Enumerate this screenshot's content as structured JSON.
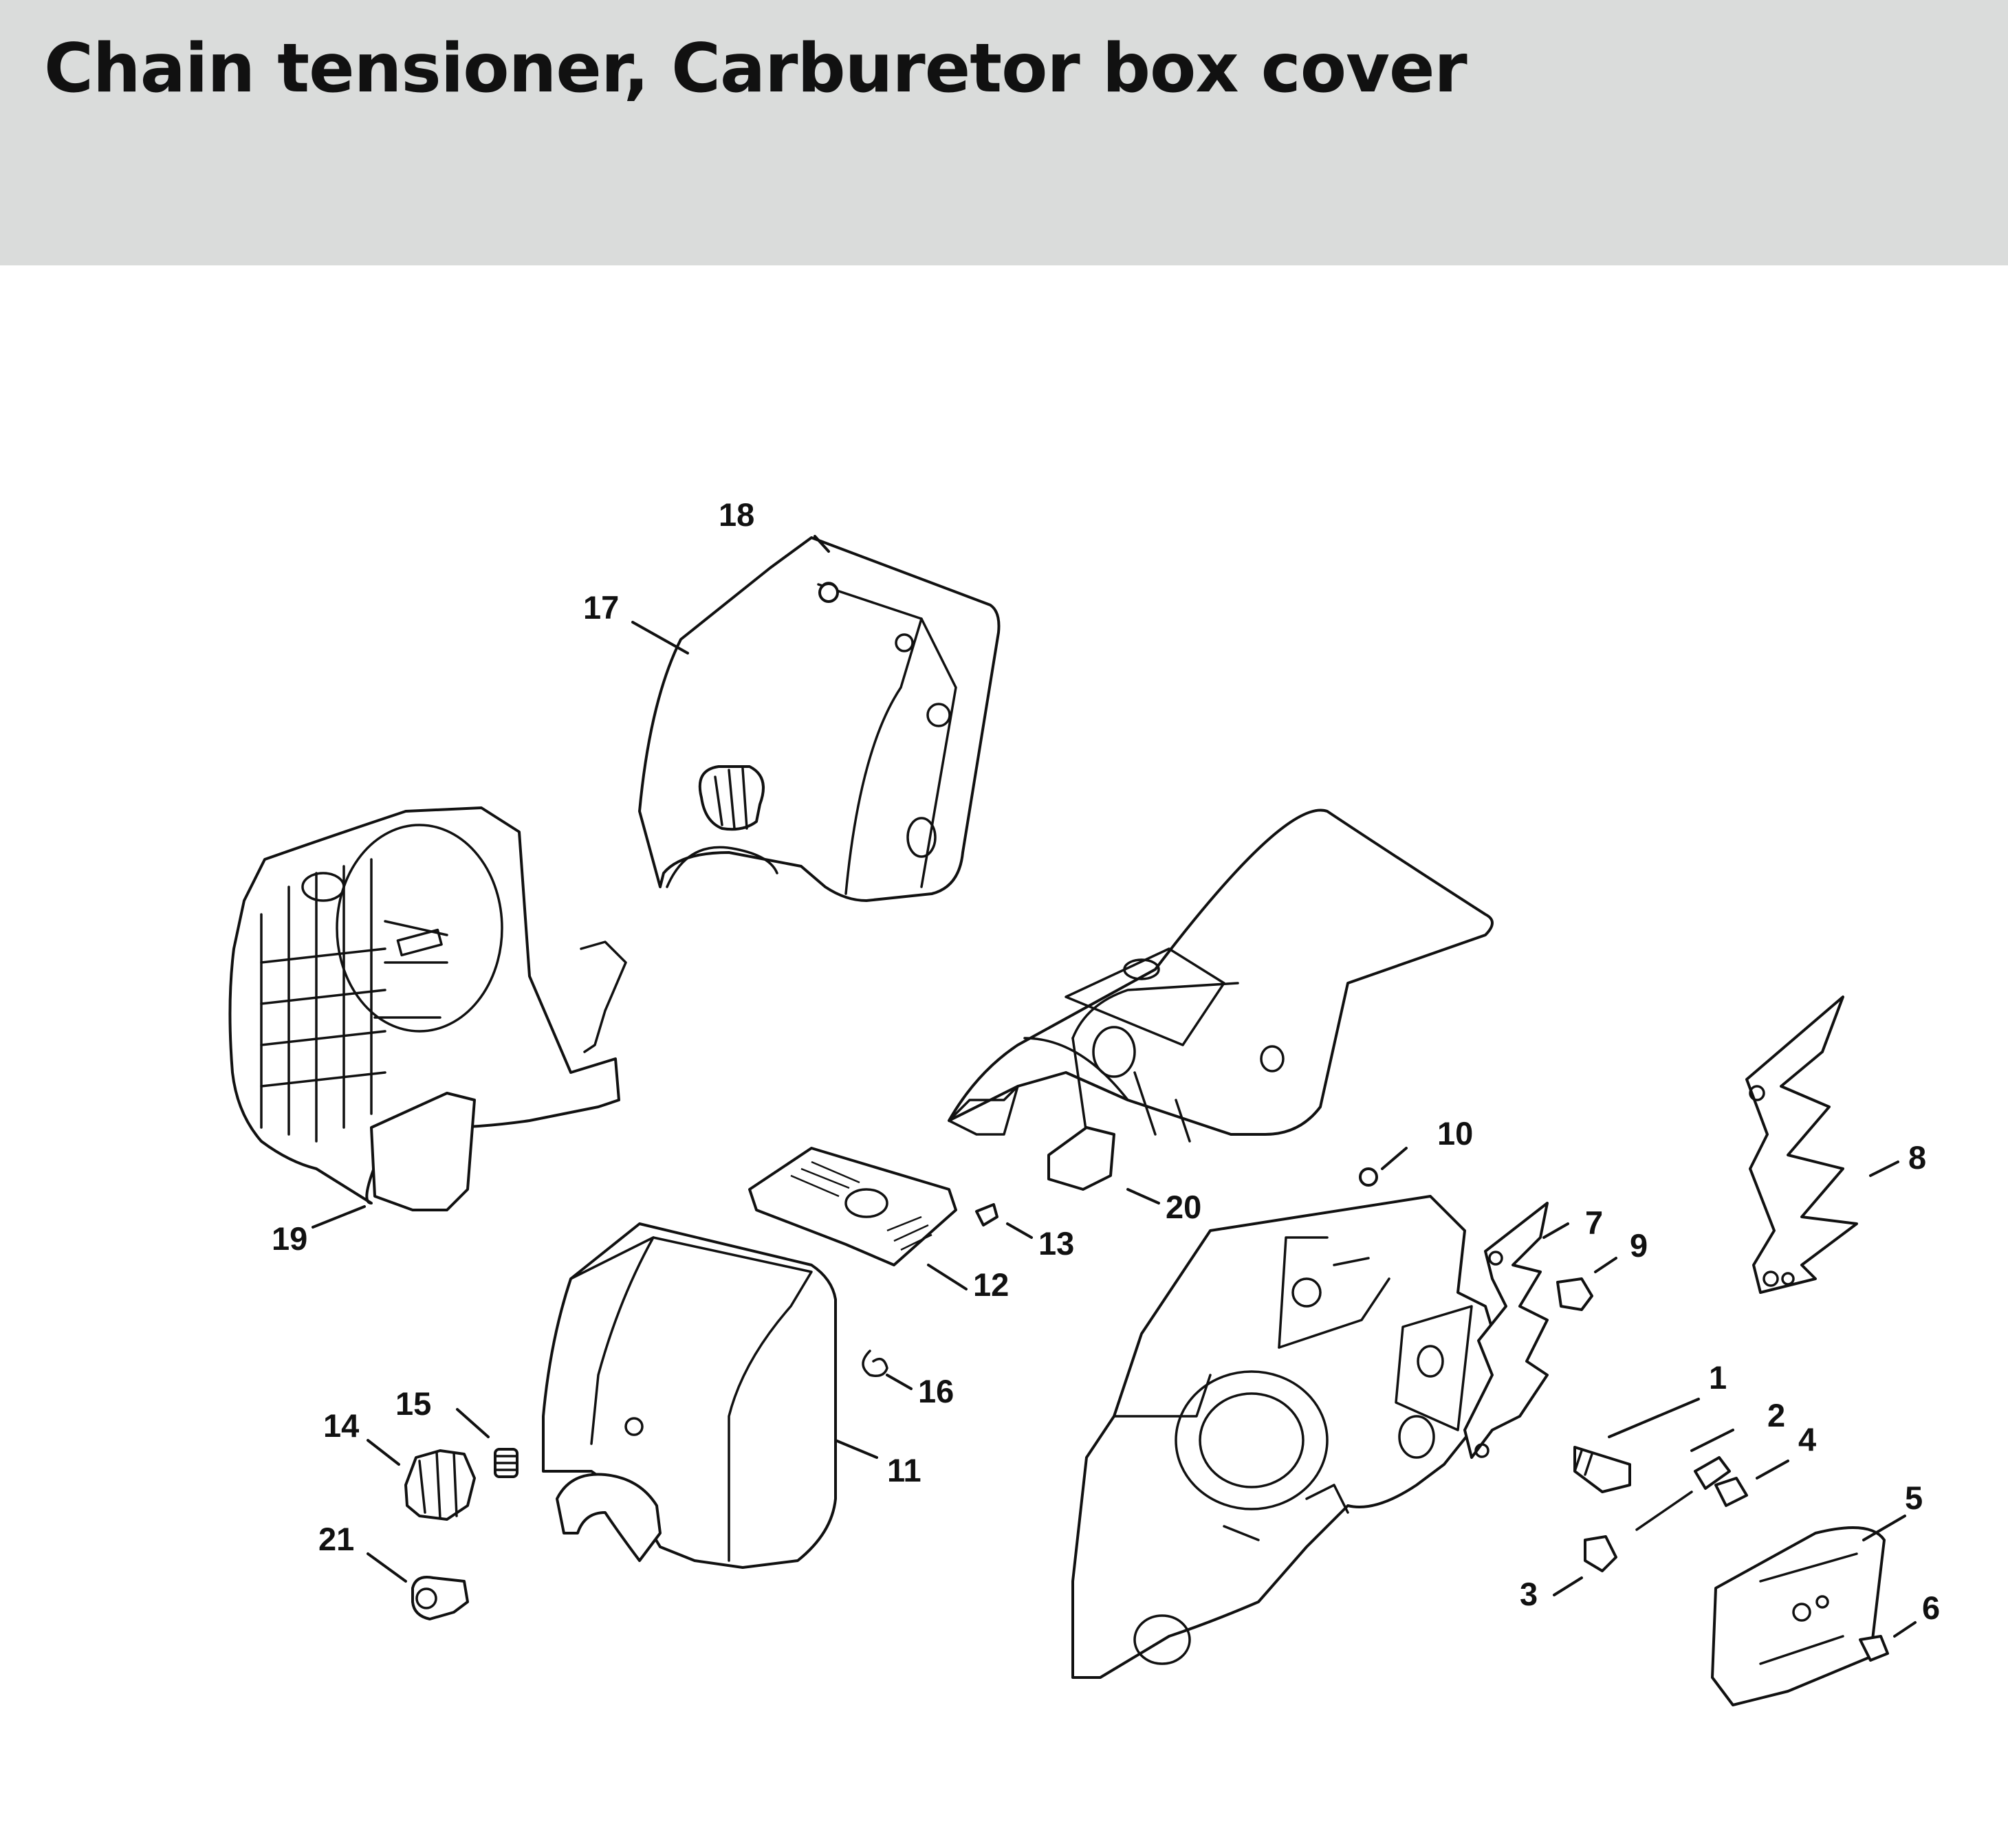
{
  "header": {
    "title": "Chain tensioner, Carburetor box cover",
    "background": "#dadcdb"
  },
  "callouts": {
    "c1": "1",
    "c2": "2",
    "c3": "3",
    "c4": "4",
    "c5": "5",
    "c6": "6",
    "c7": "7",
    "c8": "8",
    "c9": "9",
    "c10": "10",
    "c11": "11",
    "c12": "12",
    "c13": "13",
    "c14": "14",
    "c15": "15",
    "c16": "16",
    "c17": "17",
    "c18": "18",
    "c19": "19",
    "c20": "20",
    "c21": "21"
  }
}
